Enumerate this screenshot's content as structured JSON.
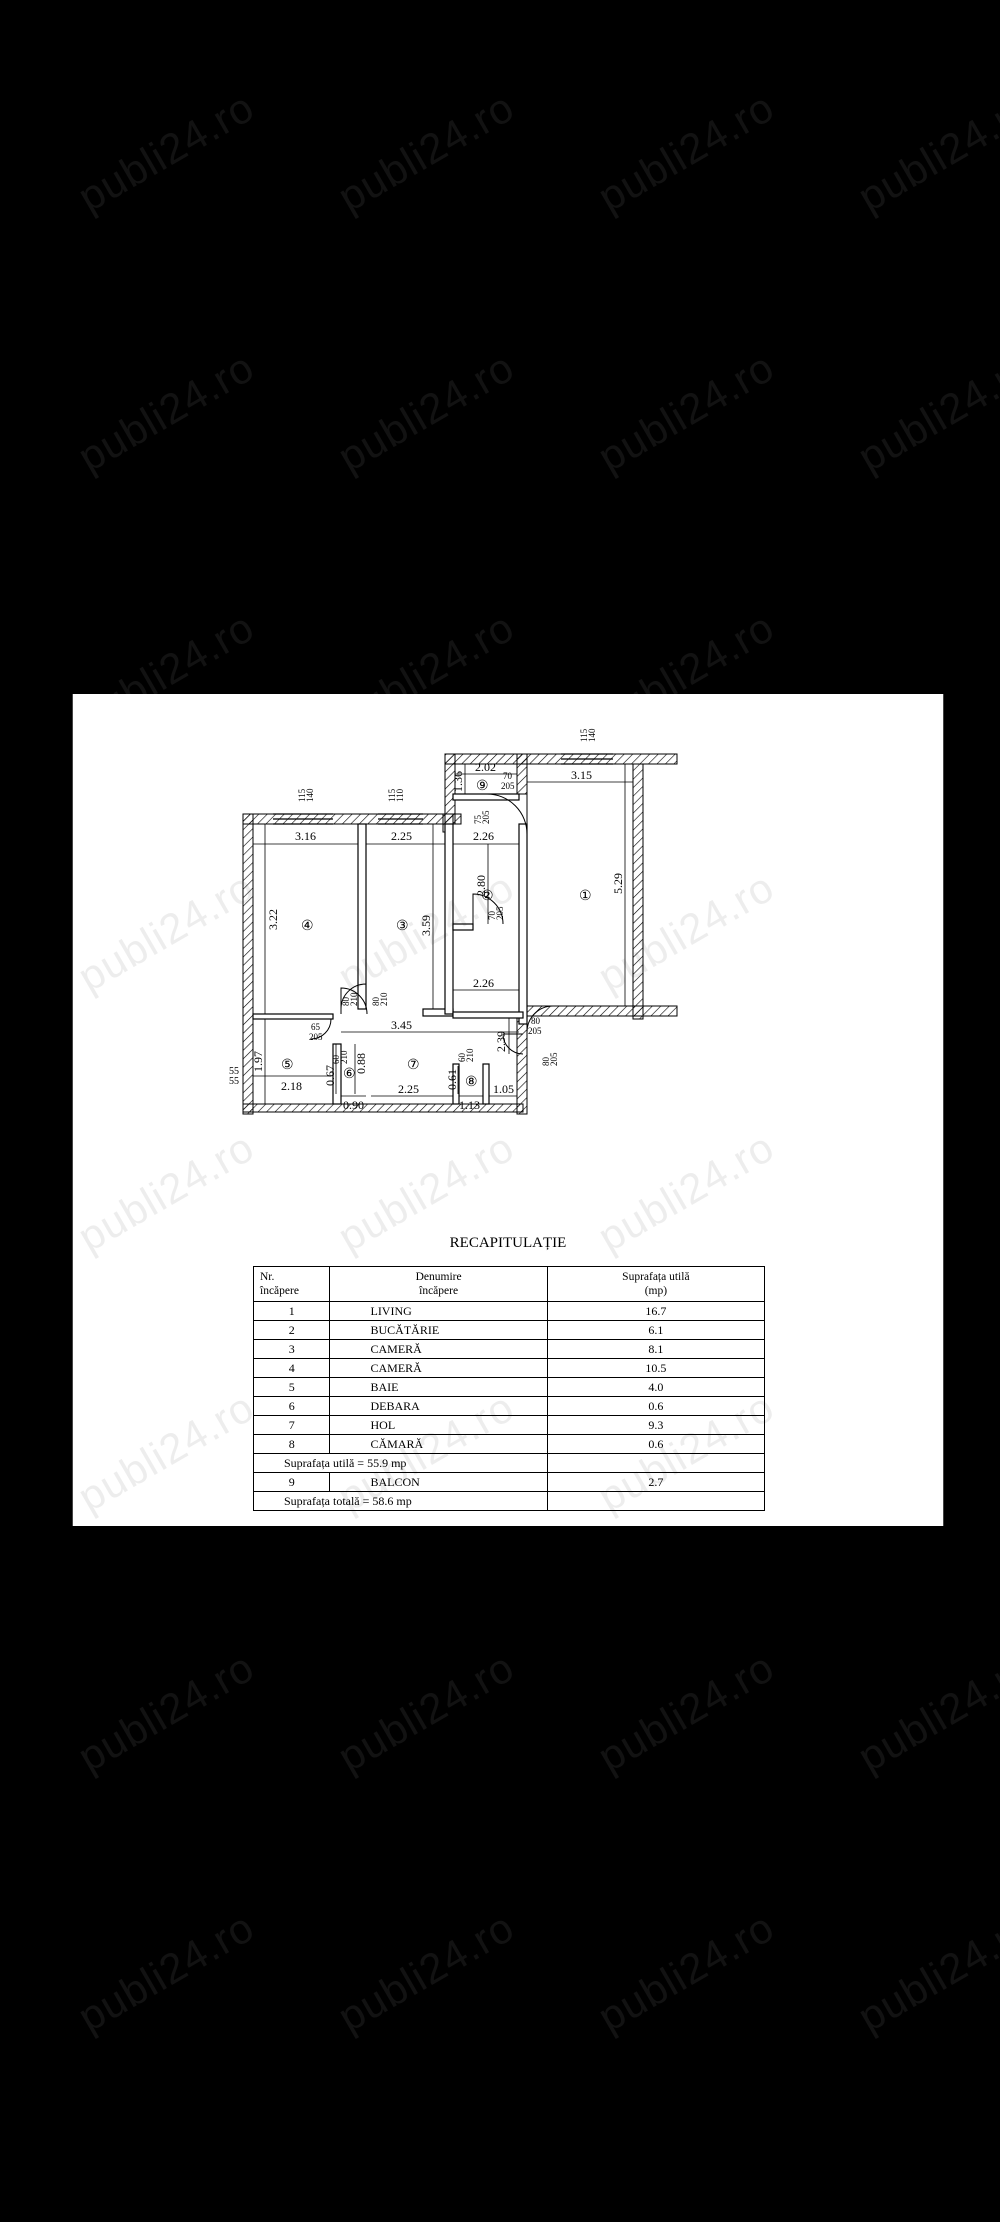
{
  "plan": {
    "dims": {
      "d316": "3.16",
      "d225": "2.25",
      "d226a": "2.26",
      "d202": "2.02",
      "d315": "3.15",
      "d136": "1.36",
      "d322": "3.22",
      "d359": "3.59",
      "d280": "2.80",
      "d529": "5.29",
      "d345": "3.45",
      "d226b": "2.26",
      "d239": "2.39",
      "d197": "1.97",
      "d218": "2.18",
      "d067": "0.67",
      "d088": "0.88",
      "d090": "0.90",
      "d225b": "2.25",
      "d061": "0.61",
      "d113": "1.13",
      "d105": "1.05",
      "d5555a": "55",
      "d5555b": "55"
    },
    "windows": [
      {
        "top": "115",
        "bottom": "140"
      },
      {
        "top": "115",
        "bottom": "110"
      },
      {
        "top": "115",
        "bottom": "140"
      }
    ],
    "doors": [
      {
        "a": "70",
        "b": "205"
      },
      {
        "a": "75",
        "b": "205"
      },
      {
        "a": "70",
        "b": "205"
      },
      {
        "a": "80",
        "b": "205"
      },
      {
        "a": "80",
        "b": "210"
      },
      {
        "a": "80",
        "b": "210"
      },
      {
        "a": "65",
        "b": "205"
      },
      {
        "a": "60",
        "b": "210"
      },
      {
        "a": "60",
        "b": "210"
      },
      {
        "a": "80",
        "b": "205"
      }
    ],
    "rooms": [
      "①",
      "②",
      "③",
      "④",
      "⑤",
      "⑥",
      "⑦",
      "⑧",
      "⑨"
    ]
  },
  "recap": {
    "title": "RECAPITULAȚIE",
    "headers": {
      "nr_line1": "Nr.",
      "nr_line2": "încăpere",
      "name_line1": "Denumire",
      "name_line2": "încăpere",
      "area_line1": "Suprafața utilă",
      "area_line2": "(mp)"
    },
    "rows": [
      {
        "nr": "1",
        "name": "LIVING",
        "area": "16.7"
      },
      {
        "nr": "2",
        "name": "BUCĂTĂRIE",
        "area": "6.1"
      },
      {
        "nr": "3",
        "name": "CAMERĂ",
        "area": "8.1"
      },
      {
        "nr": "4",
        "name": "CAMERĂ",
        "area": "10.5"
      },
      {
        "nr": "5",
        "name": "BAIE",
        "area": "4.0"
      },
      {
        "nr": "6",
        "name": "DEBARA",
        "area": "0.6"
      },
      {
        "nr": "7",
        "name": "HOL",
        "area": "9.3"
      },
      {
        "nr": "8",
        "name": "CĂMARĂ",
        "area": "0.6"
      }
    ],
    "subtotal": "Suprafața utilă = 55.9 mp",
    "balcony": {
      "nr": "9",
      "name": "BALCON",
      "area": "2.7"
    },
    "total": "Suprafața totală = 58.6 mp"
  },
  "watermark": "publi24.ro"
}
